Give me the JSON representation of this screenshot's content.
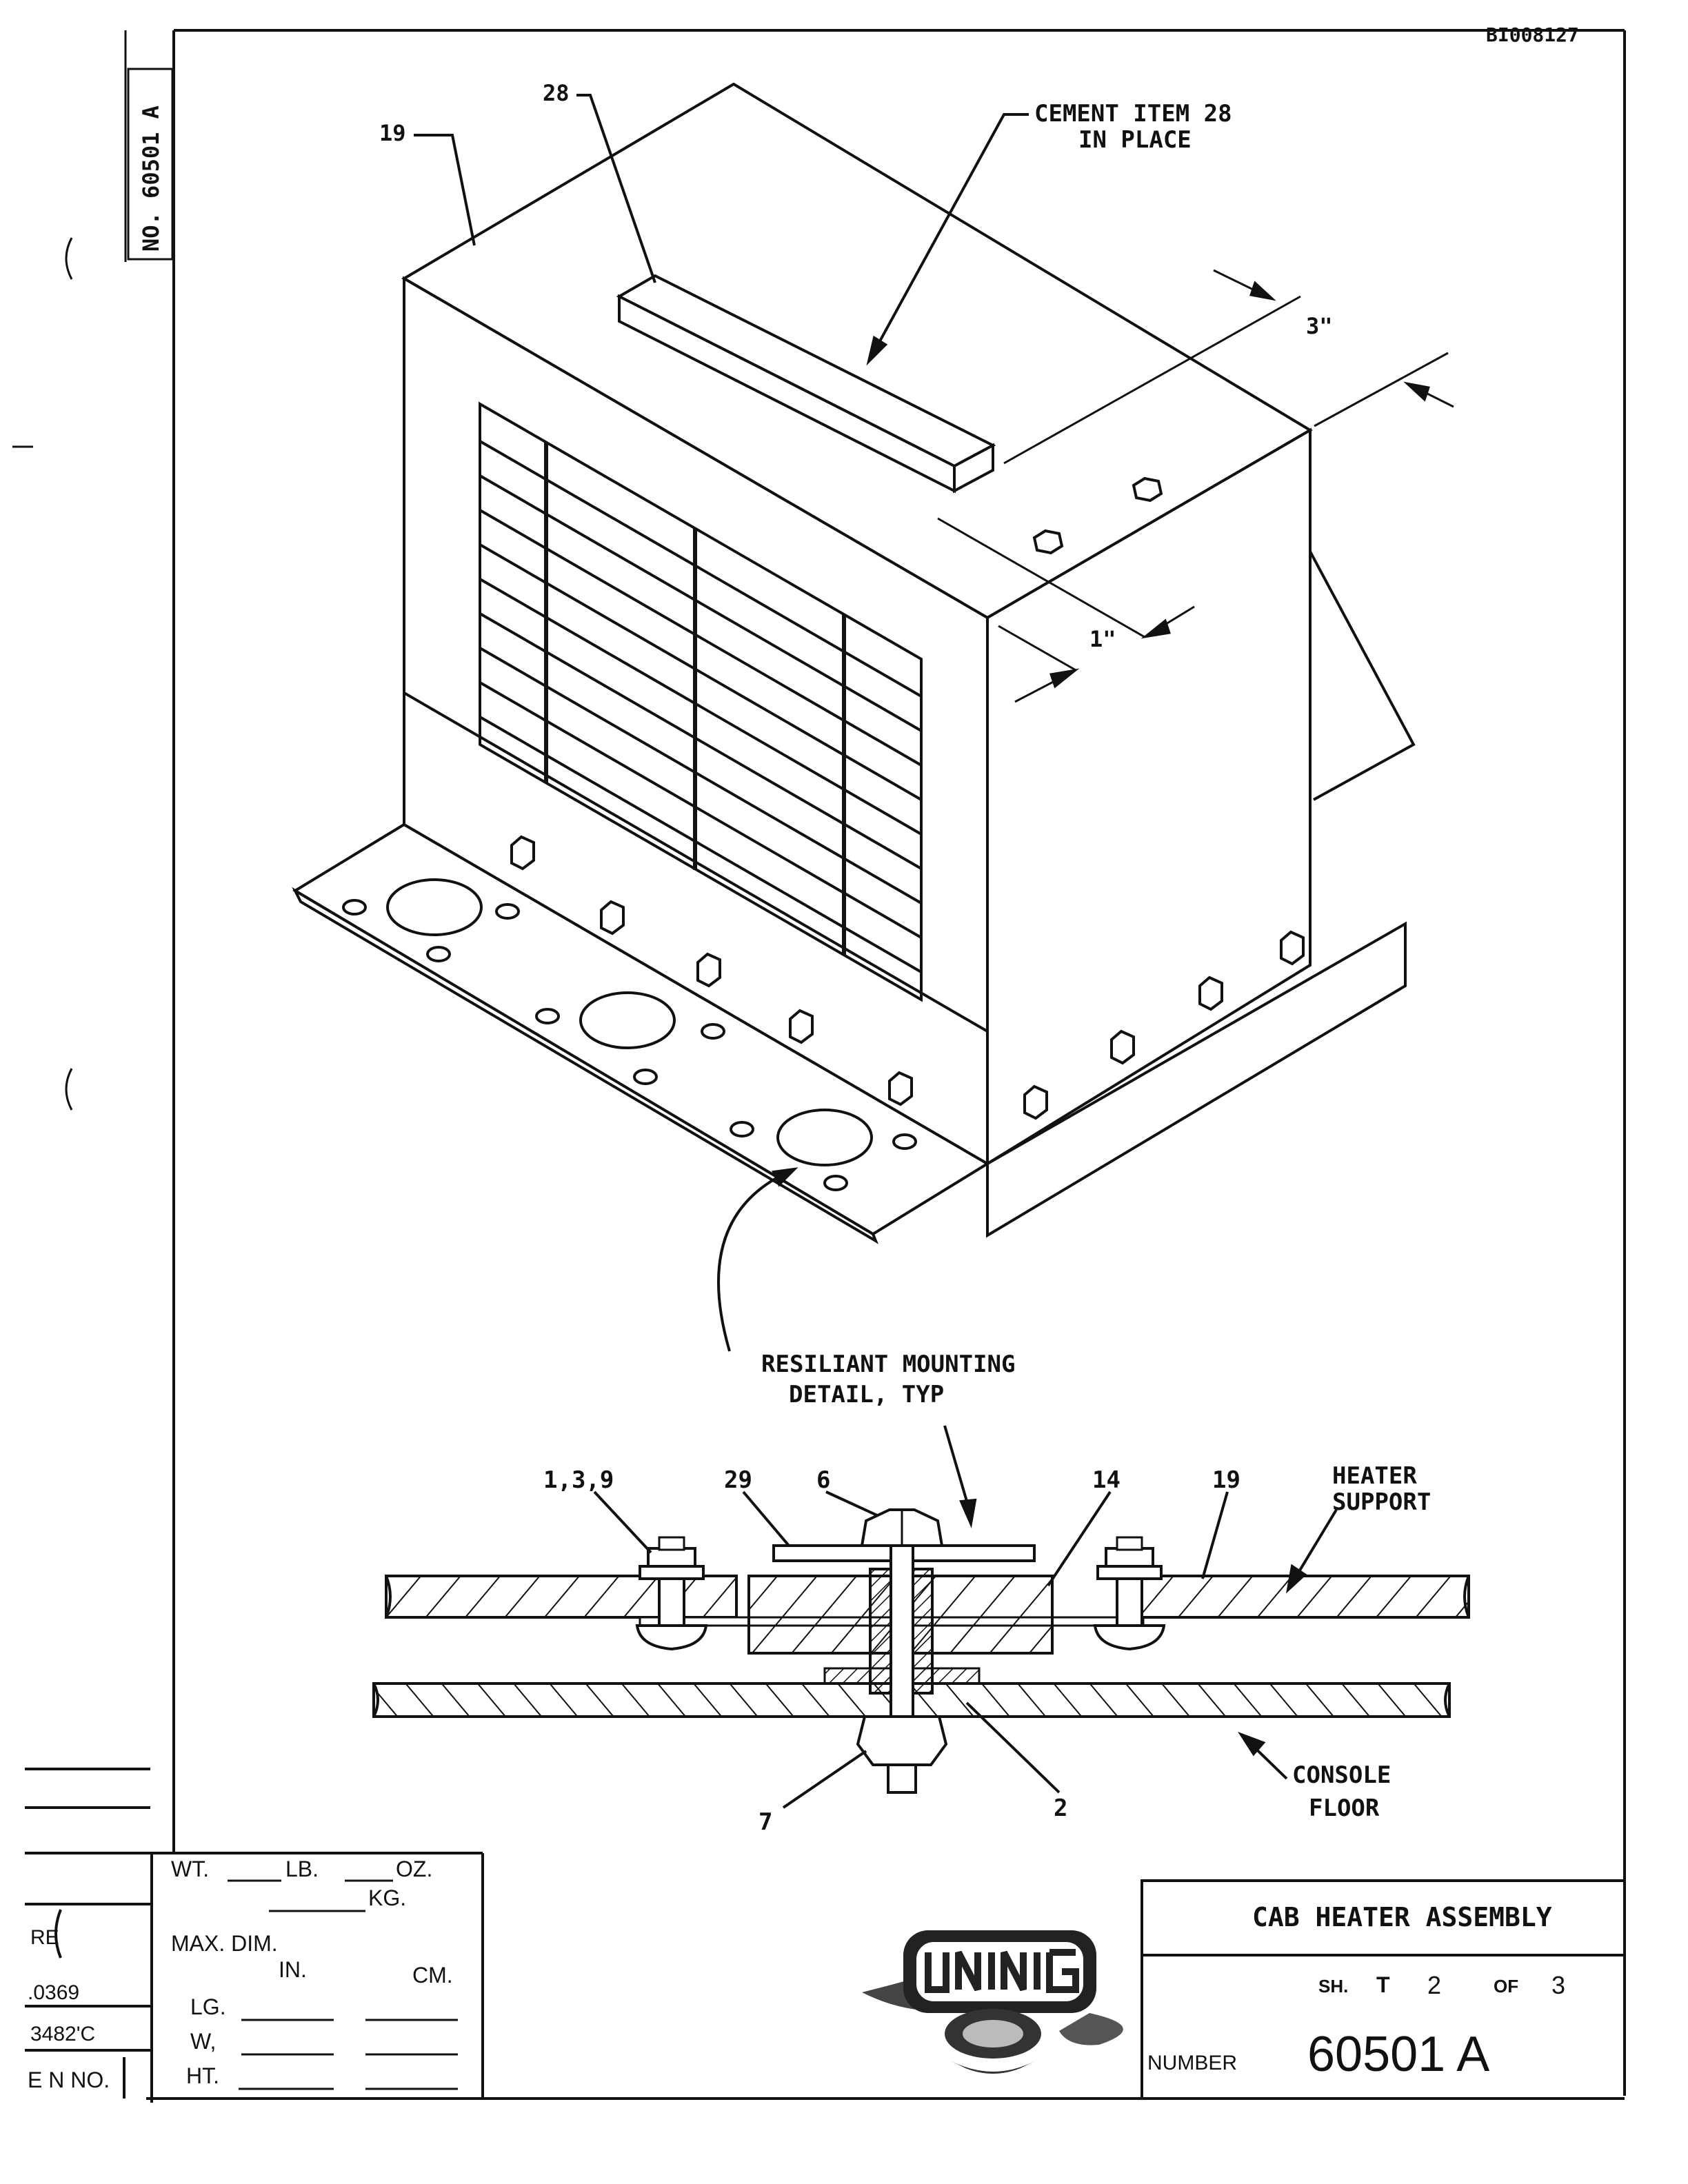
{
  "corner_id": "BI008127",
  "margin_number": "NO. 60501 A",
  "callouts": {
    "item_28": "28",
    "item_19_top": "19",
    "cement_line1": "CEMENT ITEM 28",
    "cement_line2": "IN PLACE",
    "dim_3": "3\"",
    "dim_1": "1\"",
    "resilient_line1": "RESILIANT MOUNTING",
    "resilient_line2": "DETAIL, TYP"
  },
  "detail": {
    "item_139": "1,3,9",
    "item_29": "29",
    "item_6": "6",
    "item_14": "14",
    "item_19": "19",
    "heater_line1": "HEATER",
    "heater_line2": "SUPPORT",
    "console_line1": "CONSOLE",
    "console_line2": "FLOOR",
    "item_7": "7",
    "item_2": "2"
  },
  "weights_block": {
    "wt": "WT.",
    "lb": "LB.",
    "oz": "OZ.",
    "kg": "KG.",
    "max_dim": "MAX. DIM.",
    "in": "IN.",
    "cm": "CM.",
    "lg": "LG.",
    "w": "W,",
    "ht": "HT."
  },
  "left_margin": {
    "re": "RE",
    "num1": ".0369",
    "num2": "3482'C",
    "eng_no": "E N NO."
  },
  "title_block": {
    "title": "CAB HEATER ASSEMBLY",
    "sheet_label": "SH.",
    "sheet_t": "T",
    "sheet_num": "2",
    "of_label": "OF",
    "sheet_total": "3",
    "number_label": "NUMBER",
    "number_value": "60501 A"
  },
  "logo_name": "union-logo-stamp"
}
